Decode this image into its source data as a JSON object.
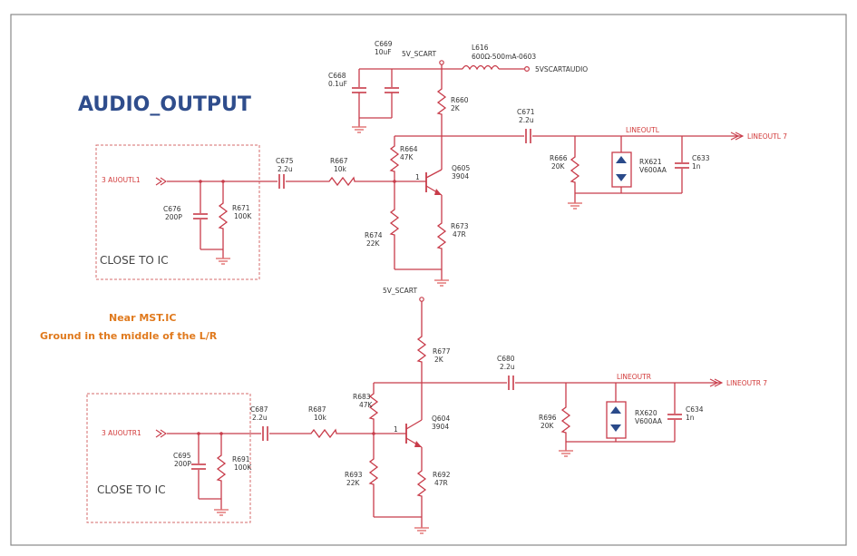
{
  "title": "AUDIO_OUTPUT",
  "notes": {
    "line1": "Near MST.IC",
    "line2": "Ground in the middle of the L/R"
  },
  "close_label_top": "CLOSE TO IC",
  "close_label_bottom": "CLOSE TO IC",
  "nets": {
    "supply_top": "5V_SCART",
    "supply_bottom": "5V_SCART",
    "scart_audio": "5VSCARTAUDIO",
    "aud_l_in": "3  AUOUTL1",
    "aud_r_in": "3  AUOUTR1",
    "lineoutl_local": "LINEOUTL",
    "lineoutl_port": "LINEOUTL 7",
    "lineoutr_local": "LINEOUTR",
    "lineoutr_port": "LINEOUTR 7"
  },
  "components": {
    "c669": {
      "ref": "C669",
      "val": "10uF"
    },
    "c668": {
      "ref": "C668",
      "val": "0.1uF"
    },
    "l616": {
      "ref": "L616",
      "val": "600Ω-500mA-0603"
    },
    "r660": {
      "ref": "R660",
      "val": "2K"
    },
    "c671": {
      "ref": "C671",
      "val": "2.2u"
    },
    "c675": {
      "ref": "C675",
      "val": "2.2u"
    },
    "r667": {
      "ref": "R667",
      "val": "10k"
    },
    "r664": {
      "ref": "R664",
      "val": "47K"
    },
    "q605": {
      "ref": "Q605",
      "val": "3904"
    },
    "c676": {
      "ref": "C676",
      "val": "200P"
    },
    "r671": {
      "ref": "R671",
      "val": "100K"
    },
    "r674": {
      "ref": "R674",
      "val": "22K"
    },
    "r673": {
      "ref": "R673",
      "val": "47R"
    },
    "r666": {
      "ref": "R666",
      "val": "20K"
    },
    "rx621": {
      "ref": "RX621",
      "val": "V600AA"
    },
    "c633": {
      "ref": "C633",
      "val": "1n"
    },
    "r677": {
      "ref": "R677",
      "val": "2K"
    },
    "c680": {
      "ref": "C680",
      "val": "2.2u"
    },
    "c687": {
      "ref": "C687",
      "val": "2.2u"
    },
    "r687": {
      "ref": "R687",
      "val": "10k"
    },
    "r683": {
      "ref": "R683",
      "val": "47K"
    },
    "q604": {
      "ref": "Q604",
      "val": "3904"
    },
    "c695": {
      "ref": "C695",
      "val": "200P"
    },
    "r691": {
      "ref": "R691",
      "val": "100K"
    },
    "r693": {
      "ref": "R693",
      "val": "22K"
    },
    "r692": {
      "ref": "R692",
      "val": "47R"
    },
    "r696": {
      "ref": "R696",
      "val": "20K"
    },
    "rx620": {
      "ref": "RX620",
      "val": "V600AA"
    },
    "c634": {
      "ref": "C634",
      "val": "1n"
    }
  },
  "pins": {
    "q605_base": "1",
    "q604_base": "1"
  },
  "colors": {
    "wire": "#c83c4a",
    "ground": "#e07070",
    "title": "#2f4d8c",
    "note": "#e07a1e",
    "dashed_box": "#d46b6b",
    "diode_fill": "#2a4a8a"
  }
}
